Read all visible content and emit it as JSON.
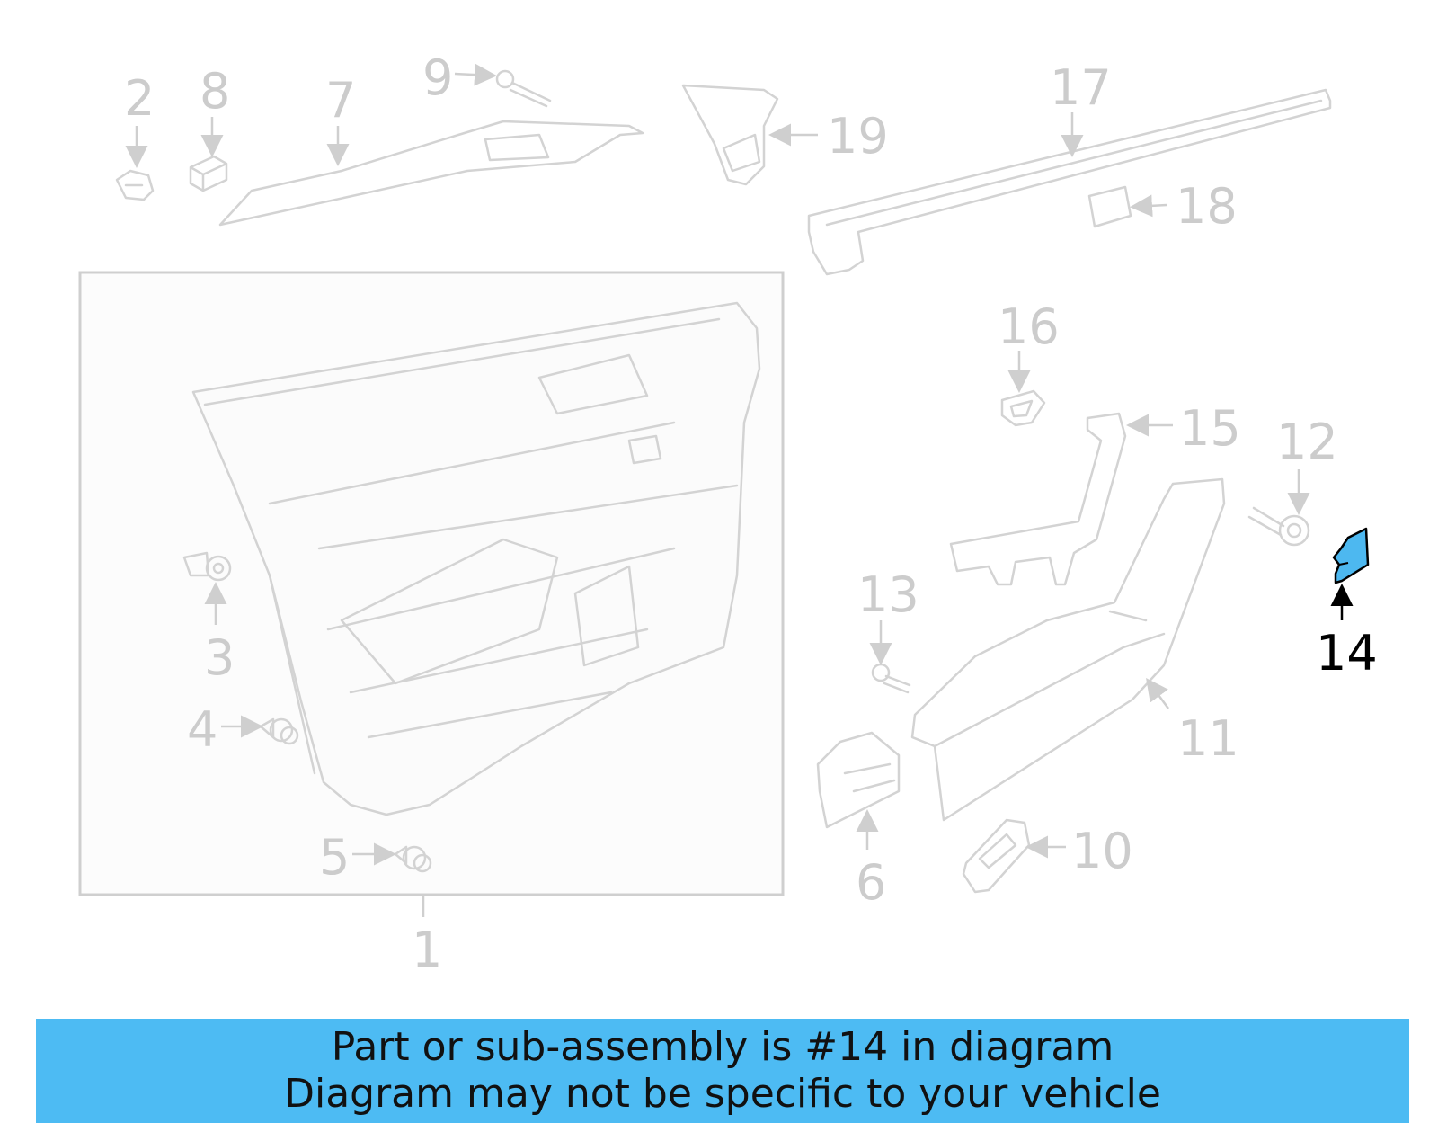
{
  "colors": {
    "banner_background": "#4dbbf3",
    "highlight_part": "#4db8f0",
    "inactive_line": "#d3d3d3",
    "active_text": "#000000"
  },
  "callouts": {
    "c1": "1",
    "c2": "2",
    "c3": "3",
    "c4": "4",
    "c5": "5",
    "c6": "6",
    "c7": "7",
    "c8": "8",
    "c9": "9",
    "c10": "10",
    "c11": "11",
    "c12": "12",
    "c13": "13",
    "c14": "14",
    "c15": "15",
    "c16": "16",
    "c17": "17",
    "c18": "18",
    "c19": "19"
  },
  "highlighted_part": "14",
  "banner": {
    "line1": "Part or sub-assembly is #14 in diagram",
    "line2": "Diagram may not be specific to your vehicle"
  }
}
